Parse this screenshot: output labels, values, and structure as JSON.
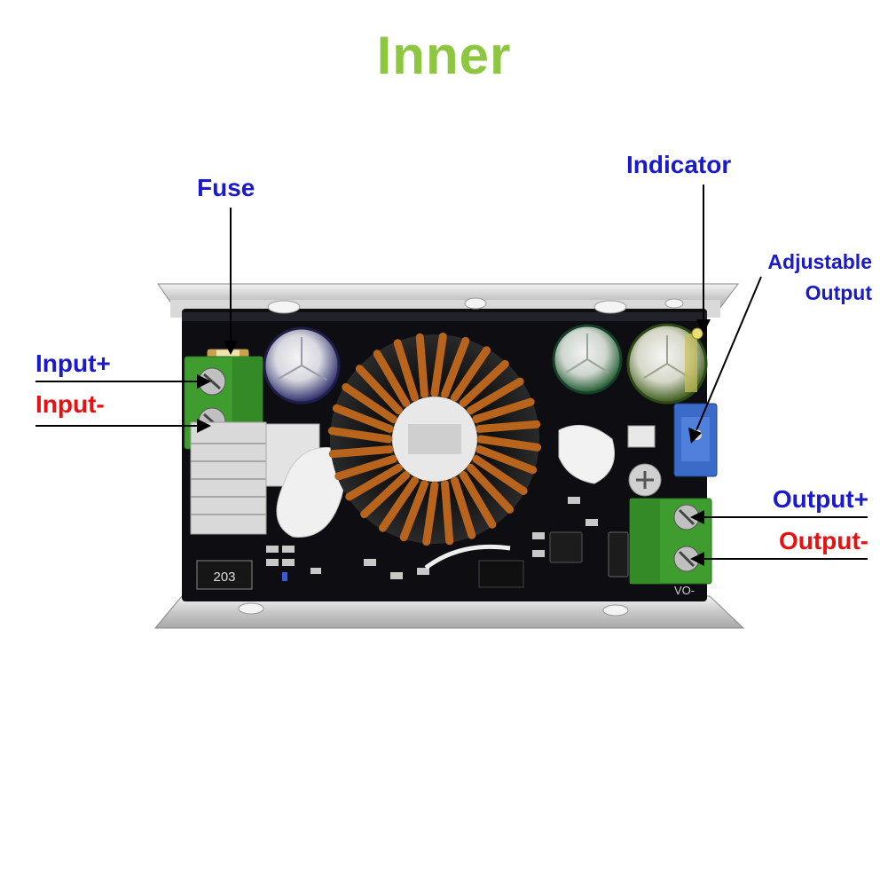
{
  "title": "Inner",
  "colors": {
    "title": "#8dc63f",
    "blue": "#1a1acc",
    "red": "#e81010"
  },
  "labels": {
    "fuse": "Fuse",
    "indicator": "Indicator",
    "adjustable_line1": "Adjustable",
    "adjustable_line2": "Output",
    "input_plus": "Input+",
    "input_minus": "Input-",
    "output_plus": "Output+",
    "output_minus": "Output-"
  },
  "board_markings": {
    "resistor": "203",
    "terminal_corner": "VO-"
  }
}
